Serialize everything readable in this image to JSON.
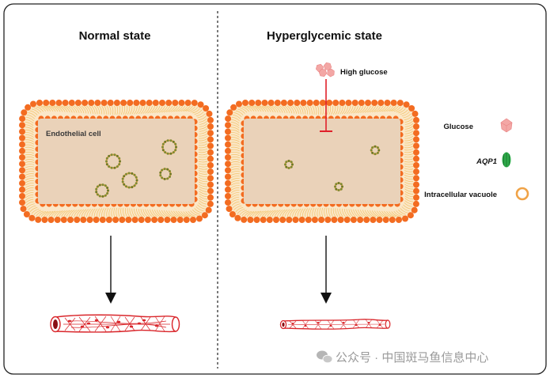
{
  "panels": {
    "normal": {
      "title": "Normal state",
      "cell_label": "Endothelial cell"
    },
    "hyper": {
      "title": "Hyperglycemic state",
      "stimulus_label": "High glucose"
    }
  },
  "legend": {
    "items": [
      {
        "label": "Glucose",
        "icon": "glucose-icon",
        "italic": false
      },
      {
        "label": "AQP1",
        "icon": "aqp1-icon",
        "italic": true
      },
      {
        "label": "Intracellular vacuole",
        "icon": "vacuole-icon",
        "italic": false
      }
    ]
  },
  "watermark": {
    "text": "公众号 · 中国斑马鱼信息中心"
  },
  "colors": {
    "membrane_head": "#f36c21",
    "membrane_tail": "#f2c46a",
    "cytoplasm": "#ead2b9",
    "vacuole_ring": "#f0a347",
    "aqp1_green": "#2eab4a",
    "glucose_pink": "#f3a7a5",
    "inhibition_red": "#e0202a",
    "vessel_red": "#d9252a"
  }
}
